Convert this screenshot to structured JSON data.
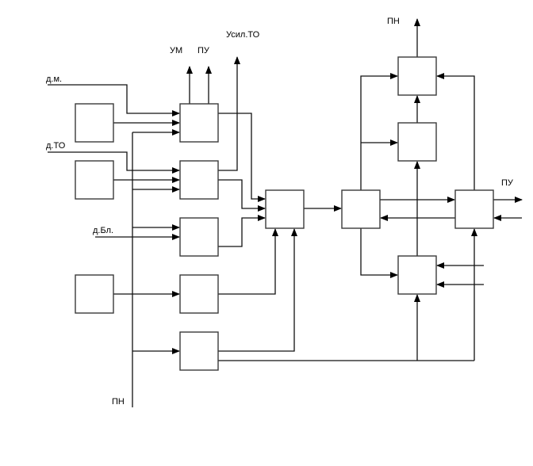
{
  "diagram": {
    "type": "block-diagram",
    "labels": {
      "input_dm": "д.м.",
      "input_dto": "д.ТО",
      "input_dbl": "д.Бл.",
      "out_um": "УМ",
      "out_pu_left": "ПУ",
      "out_usil_to": "Усил.ТО",
      "bus_pn": "ПН",
      "out_pn_top": "ПН",
      "out_pu_right": "ПУ"
    },
    "blocks": [
      {
        "id": "A1",
        "label": ""
      },
      {
        "id": "A2",
        "label": ""
      },
      {
        "id": "A3",
        "label": ""
      },
      {
        "id": "B1",
        "label": ""
      },
      {
        "id": "B2",
        "label": ""
      },
      {
        "id": "B3",
        "label": ""
      },
      {
        "id": "B4",
        "label": ""
      },
      {
        "id": "B5",
        "label": ""
      },
      {
        "id": "C",
        "label": ""
      },
      {
        "id": "D",
        "label": ""
      },
      {
        "id": "E_top",
        "label": ""
      },
      {
        "id": "E_mid",
        "label": ""
      },
      {
        "id": "F",
        "label": ""
      },
      {
        "id": "G",
        "label": ""
      }
    ],
    "connections": [
      {
        "from": "д.м.",
        "to": "B1"
      },
      {
        "from": "A1",
        "to": "B1"
      },
      {
        "from": "ПН bus",
        "to": "B1"
      },
      {
        "from": "B1",
        "to": "УМ"
      },
      {
        "from": "B1",
        "to": "ПУ"
      },
      {
        "from": "д.ТО",
        "to": "B2"
      },
      {
        "from": "A2",
        "to": "B2"
      },
      {
        "from": "ПН bus",
        "to": "B2"
      },
      {
        "from": "B2",
        "to": "Усил.ТО"
      },
      {
        "from": "ПН bus",
        "to": "B3"
      },
      {
        "from": "д.Бл.",
        "to": "B3"
      },
      {
        "from": "A3",
        "to": "B4"
      },
      {
        "from": "ПН bus",
        "to": "B5"
      },
      {
        "from": "B1",
        "to": "C"
      },
      {
        "from": "B2",
        "to": "C"
      },
      {
        "from": "B3",
        "to": "C"
      },
      {
        "from": "B4",
        "to": "C"
      },
      {
        "from": "B5",
        "to": "C"
      },
      {
        "from": "C",
        "to": "D"
      },
      {
        "from": "D",
        "to": "E_top"
      },
      {
        "from": "D",
        "to": "E_mid"
      },
      {
        "from": "D",
        "to": "F"
      },
      {
        "from": "F",
        "to": "D"
      },
      {
        "from": "D",
        "to": "G"
      },
      {
        "from": "E_mid",
        "to": "E_top"
      },
      {
        "from": "G",
        "to": "E_mid"
      },
      {
        "from": "F",
        "to": "E_top"
      },
      {
        "from": "E_top",
        "to": "ПН"
      },
      {
        "from": "F",
        "to": "ПУ"
      },
      {
        "from": "external",
        "to": "F"
      },
      {
        "from": "external",
        "to": "G"
      },
      {
        "from": "B5",
        "to": "G"
      },
      {
        "from": "B5",
        "to": "F"
      }
    ]
  }
}
